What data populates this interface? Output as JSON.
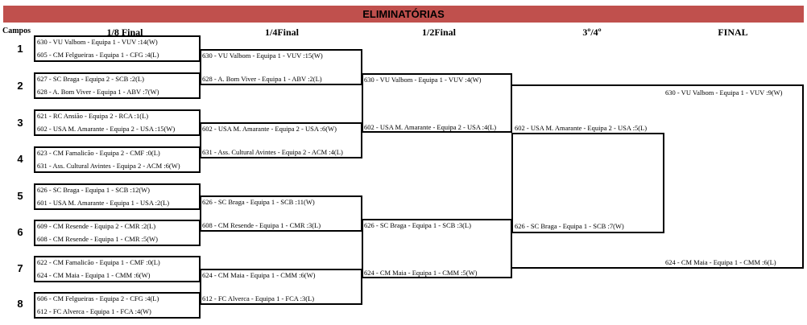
{
  "title": "ELIMINATÓRIAS",
  "campos_label": "Campos",
  "rounds": [
    "1/8 Final",
    "1/4Final",
    "1/2Final",
    "3º/4º",
    "FINAL"
  ],
  "campos": [
    "1",
    "2",
    "3",
    "4",
    "5",
    "6",
    "7",
    "8"
  ],
  "round_of_16": [
    [
      "630 - VU Valbom - Equipa 1 - VUV :14(W)",
      "605 - CM Felgueiras - Equipa 1 - CFG :4(L)"
    ],
    [
      "627 - SC Braga - Equipa 2 - SCB :2(L)",
      "628 - A. Bom Viver - Equipa 1 - ABV :7(W)"
    ],
    [
      "621 - RC Ansião - Equipa 2 - RCA :1(L)",
      "602 - USA M. Amarante - Equipa 2 - USA :15(W)"
    ],
    [
      "623 - CM Famalicão - Equipa 2 - CMF :0(L)",
      "631 - Ass. Cultural Avintes - Equipa 2 - ACM :6(W)"
    ],
    [
      "626 - SC Braga - Equipa 1 - SCB :12(W)",
      "601 - USA M. Amarante - Equipa 1 - USA :2(L)"
    ],
    [
      "609 - CM Resende - Equipa 2 - CMR :2(L)",
      "608 - CM Resende - Equipa 1 - CMR :5(W)"
    ],
    [
      "622 - CM Famalicão - Equipa 1 - CMF :0(L)",
      "624 - CM Maia - Equipa 1 - CMM :6(W)"
    ],
    [
      "606 - CM Felgueiras - Equipa 2 - CFG :4(L)",
      "612 - FC Alverca - Equipa 1 - FCA :4(W)"
    ]
  ],
  "quarter_final": [
    [
      "630 - VU Valbom - Equipa 1 - VUV :15(W)",
      "628 - A. Bom Viver - Equipa 1 - ABV :2(L)"
    ],
    [
      "602 - USA M. Amarante - Equipa 2 - USA :6(W)",
      "631 - Ass. Cultural Avintes - Equipa 2 - ACM :4(L)"
    ],
    [
      "626 - SC Braga - Equipa 1 - SCB :11(W)",
      "608 - CM Resende - Equipa 1 - CMR :3(L)"
    ],
    [
      "624 - CM Maia - Equipa 1 - CMM :6(W)",
      "612 - FC Alverca - Equipa 1 - FCA :3(L)"
    ]
  ],
  "semi_final": [
    [
      "630 - VU Valbom - Equipa 1 - VUV :4(W)",
      "602 - USA M. Amarante - Equipa 2 - USA :4(L)"
    ],
    [
      "626 - SC Braga - Equipa 1 - SCB :3(L)",
      "624 - CM Maia - Equipa 1 - CMM :5(W)"
    ]
  ],
  "third_place": [
    "602 - USA M. Amarante - Equipa 2 - USA :5(L)",
    "626 - SC Braga - Equipa 1 - SCB :7(W)"
  ],
  "final": [
    "630 - VU Valbom - Equipa 1 - VUV :9(W)",
    "624 - CM Maia - Equipa 1 - CMM :6(L)"
  ],
  "chart_data": {
    "type": "table",
    "title": "ELIMINATÓRIAS",
    "columns": [
      "Campos",
      "1/8 Final",
      "1/4Final",
      "1/2Final",
      "3º/4º",
      "FINAL"
    ]
  }
}
